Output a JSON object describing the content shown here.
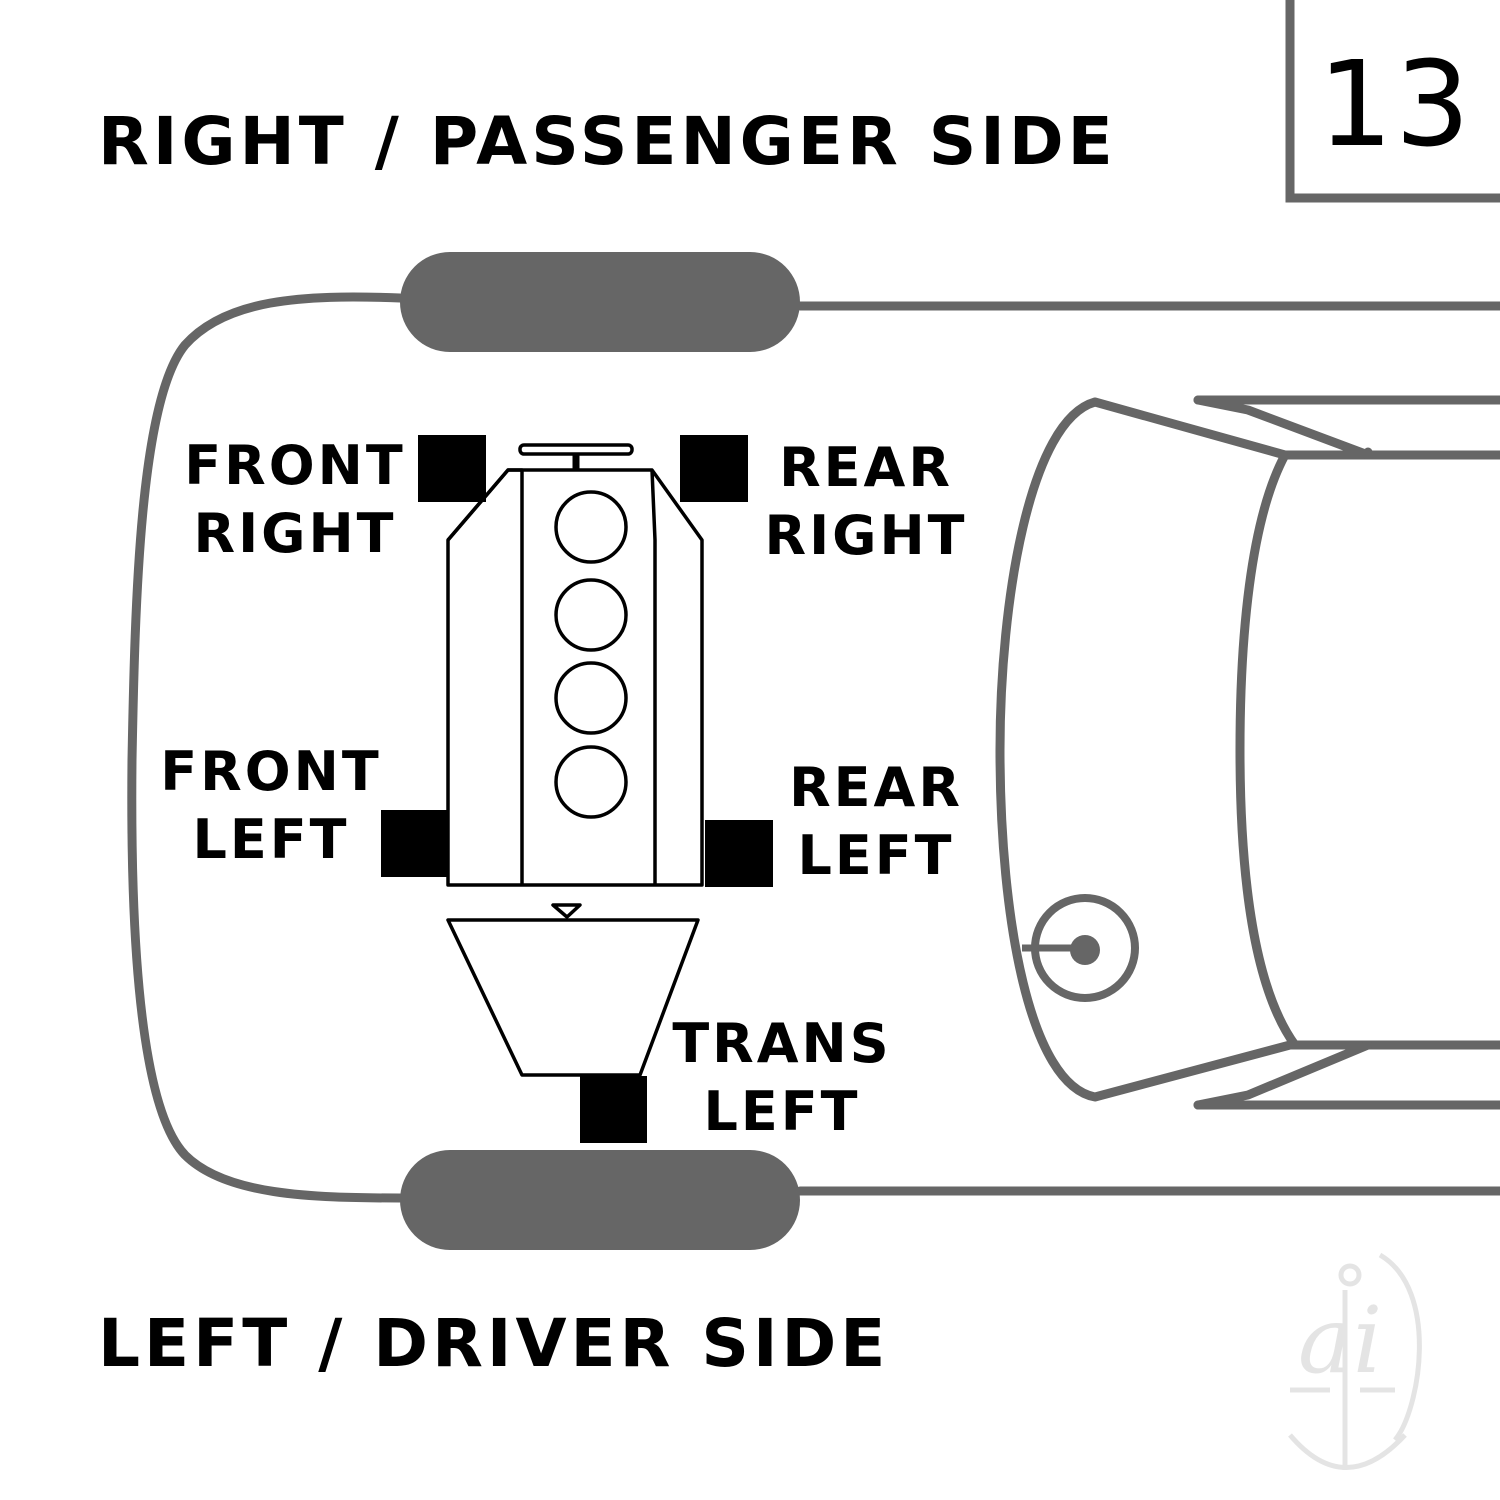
{
  "diagram_number": "13",
  "side_labels": {
    "top": "RIGHT / PASSENGER SIDE",
    "bottom": "LEFT / DRIVER SIDE"
  },
  "mounts": {
    "front_right": [
      "FRONT",
      "RIGHT"
    ],
    "rear_right": [
      "REAR",
      "RIGHT"
    ],
    "front_left": [
      "FRONT",
      "LEFT"
    ],
    "rear_left": [
      "REAR",
      "LEFT"
    ],
    "trans_left": [
      "TRANS",
      "LEFT"
    ]
  },
  "engine": {
    "cylinders": 4
  },
  "colors": {
    "outline": "#666666",
    "mount": "#000000",
    "text": "#000000",
    "watermark": "#e6e6e6"
  },
  "watermark": {
    "text": "ai",
    "icon": "anchor-logo-icon"
  }
}
